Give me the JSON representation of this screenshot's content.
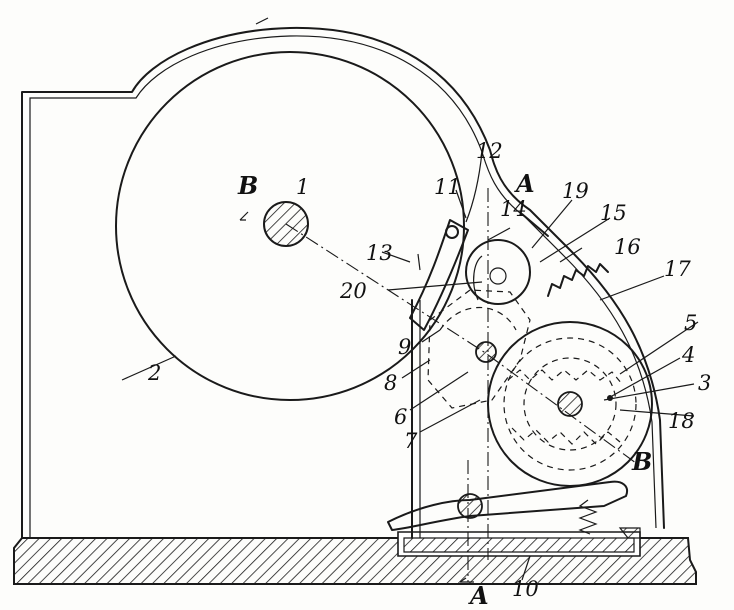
{
  "labels": {
    "n1": "1",
    "n2": "2",
    "n3": "3",
    "n4": "4",
    "n5": "5",
    "n6": "6",
    "n7": "7",
    "n8": "8",
    "n9": "9",
    "n10": "10",
    "n11": "11",
    "n12": "12",
    "n13": "13",
    "n14": "14",
    "n15": "15",
    "n16": "16",
    "n17": "17",
    "n18": "18",
    "n19": "19",
    "n20": "20",
    "sectionA_top": "A",
    "sectionA_bottom": "A",
    "sectionB_left": "B",
    "sectionB_right": "B"
  },
  "colors": {
    "ink": "#1a1a1a",
    "paper": "#fdfdfb"
  }
}
